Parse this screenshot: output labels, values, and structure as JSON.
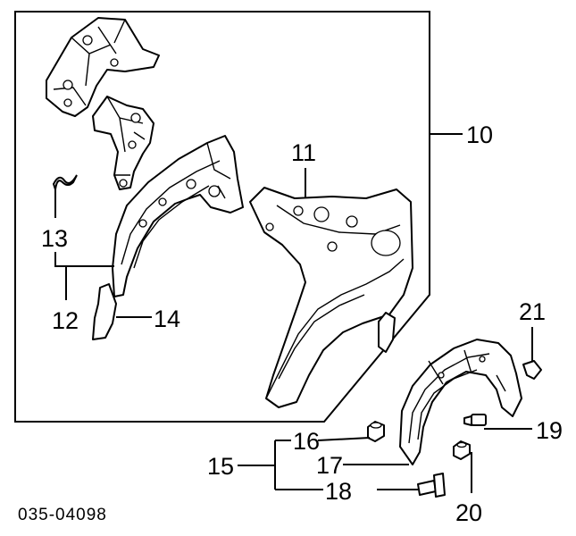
{
  "diagram_code": "035-04098",
  "callouts": [
    {
      "id": "10",
      "text": "10"
    },
    {
      "id": "11",
      "text": "11"
    },
    {
      "id": "12",
      "text": "12"
    },
    {
      "id": "13",
      "text": "13"
    },
    {
      "id": "14",
      "text": "14"
    },
    {
      "id": "15",
      "text": "15"
    },
    {
      "id": "16",
      "text": "16"
    },
    {
      "id": "17",
      "text": "17"
    },
    {
      "id": "18",
      "text": "18"
    },
    {
      "id": "19",
      "text": "19"
    },
    {
      "id": "20",
      "text": "20"
    },
    {
      "id": "21",
      "text": "21"
    }
  ]
}
